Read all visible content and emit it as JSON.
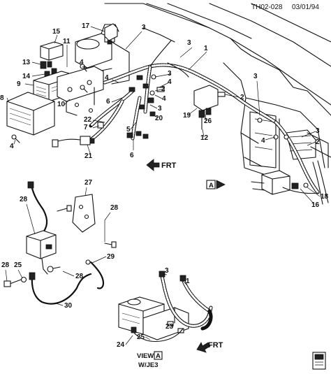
{
  "header": {
    "doc_code": "TH02-028",
    "date": "03/01/94"
  },
  "labels": {
    "n1": "1",
    "n2": "2",
    "n3": "3",
    "n4": "4",
    "n5": "5",
    "n6": "6",
    "n7": "7",
    "n8": "8",
    "n9": "9",
    "n10": "10",
    "n11": "11",
    "n12": "12",
    "n13": "13",
    "n14": "14",
    "n15": "15",
    "n16": "16",
    "n17": "17",
    "n18": "18",
    "n19": "19",
    "n20": "20",
    "n21": "21",
    "n22": "22",
    "n23": "23",
    "n24": "24",
    "n25": "25",
    "n26": "26",
    "n27": "27",
    "n28": "28",
    "n29": "29",
    "n30": "30"
  },
  "frt_label": "FRT",
  "view_marker": "A",
  "view_caption": {
    "prefix": "VIEW",
    "marker": "A",
    "option": "W/JE3"
  },
  "icons": [
    "front-arrow-icon",
    "view-marker-icon",
    "book-icon"
  ]
}
